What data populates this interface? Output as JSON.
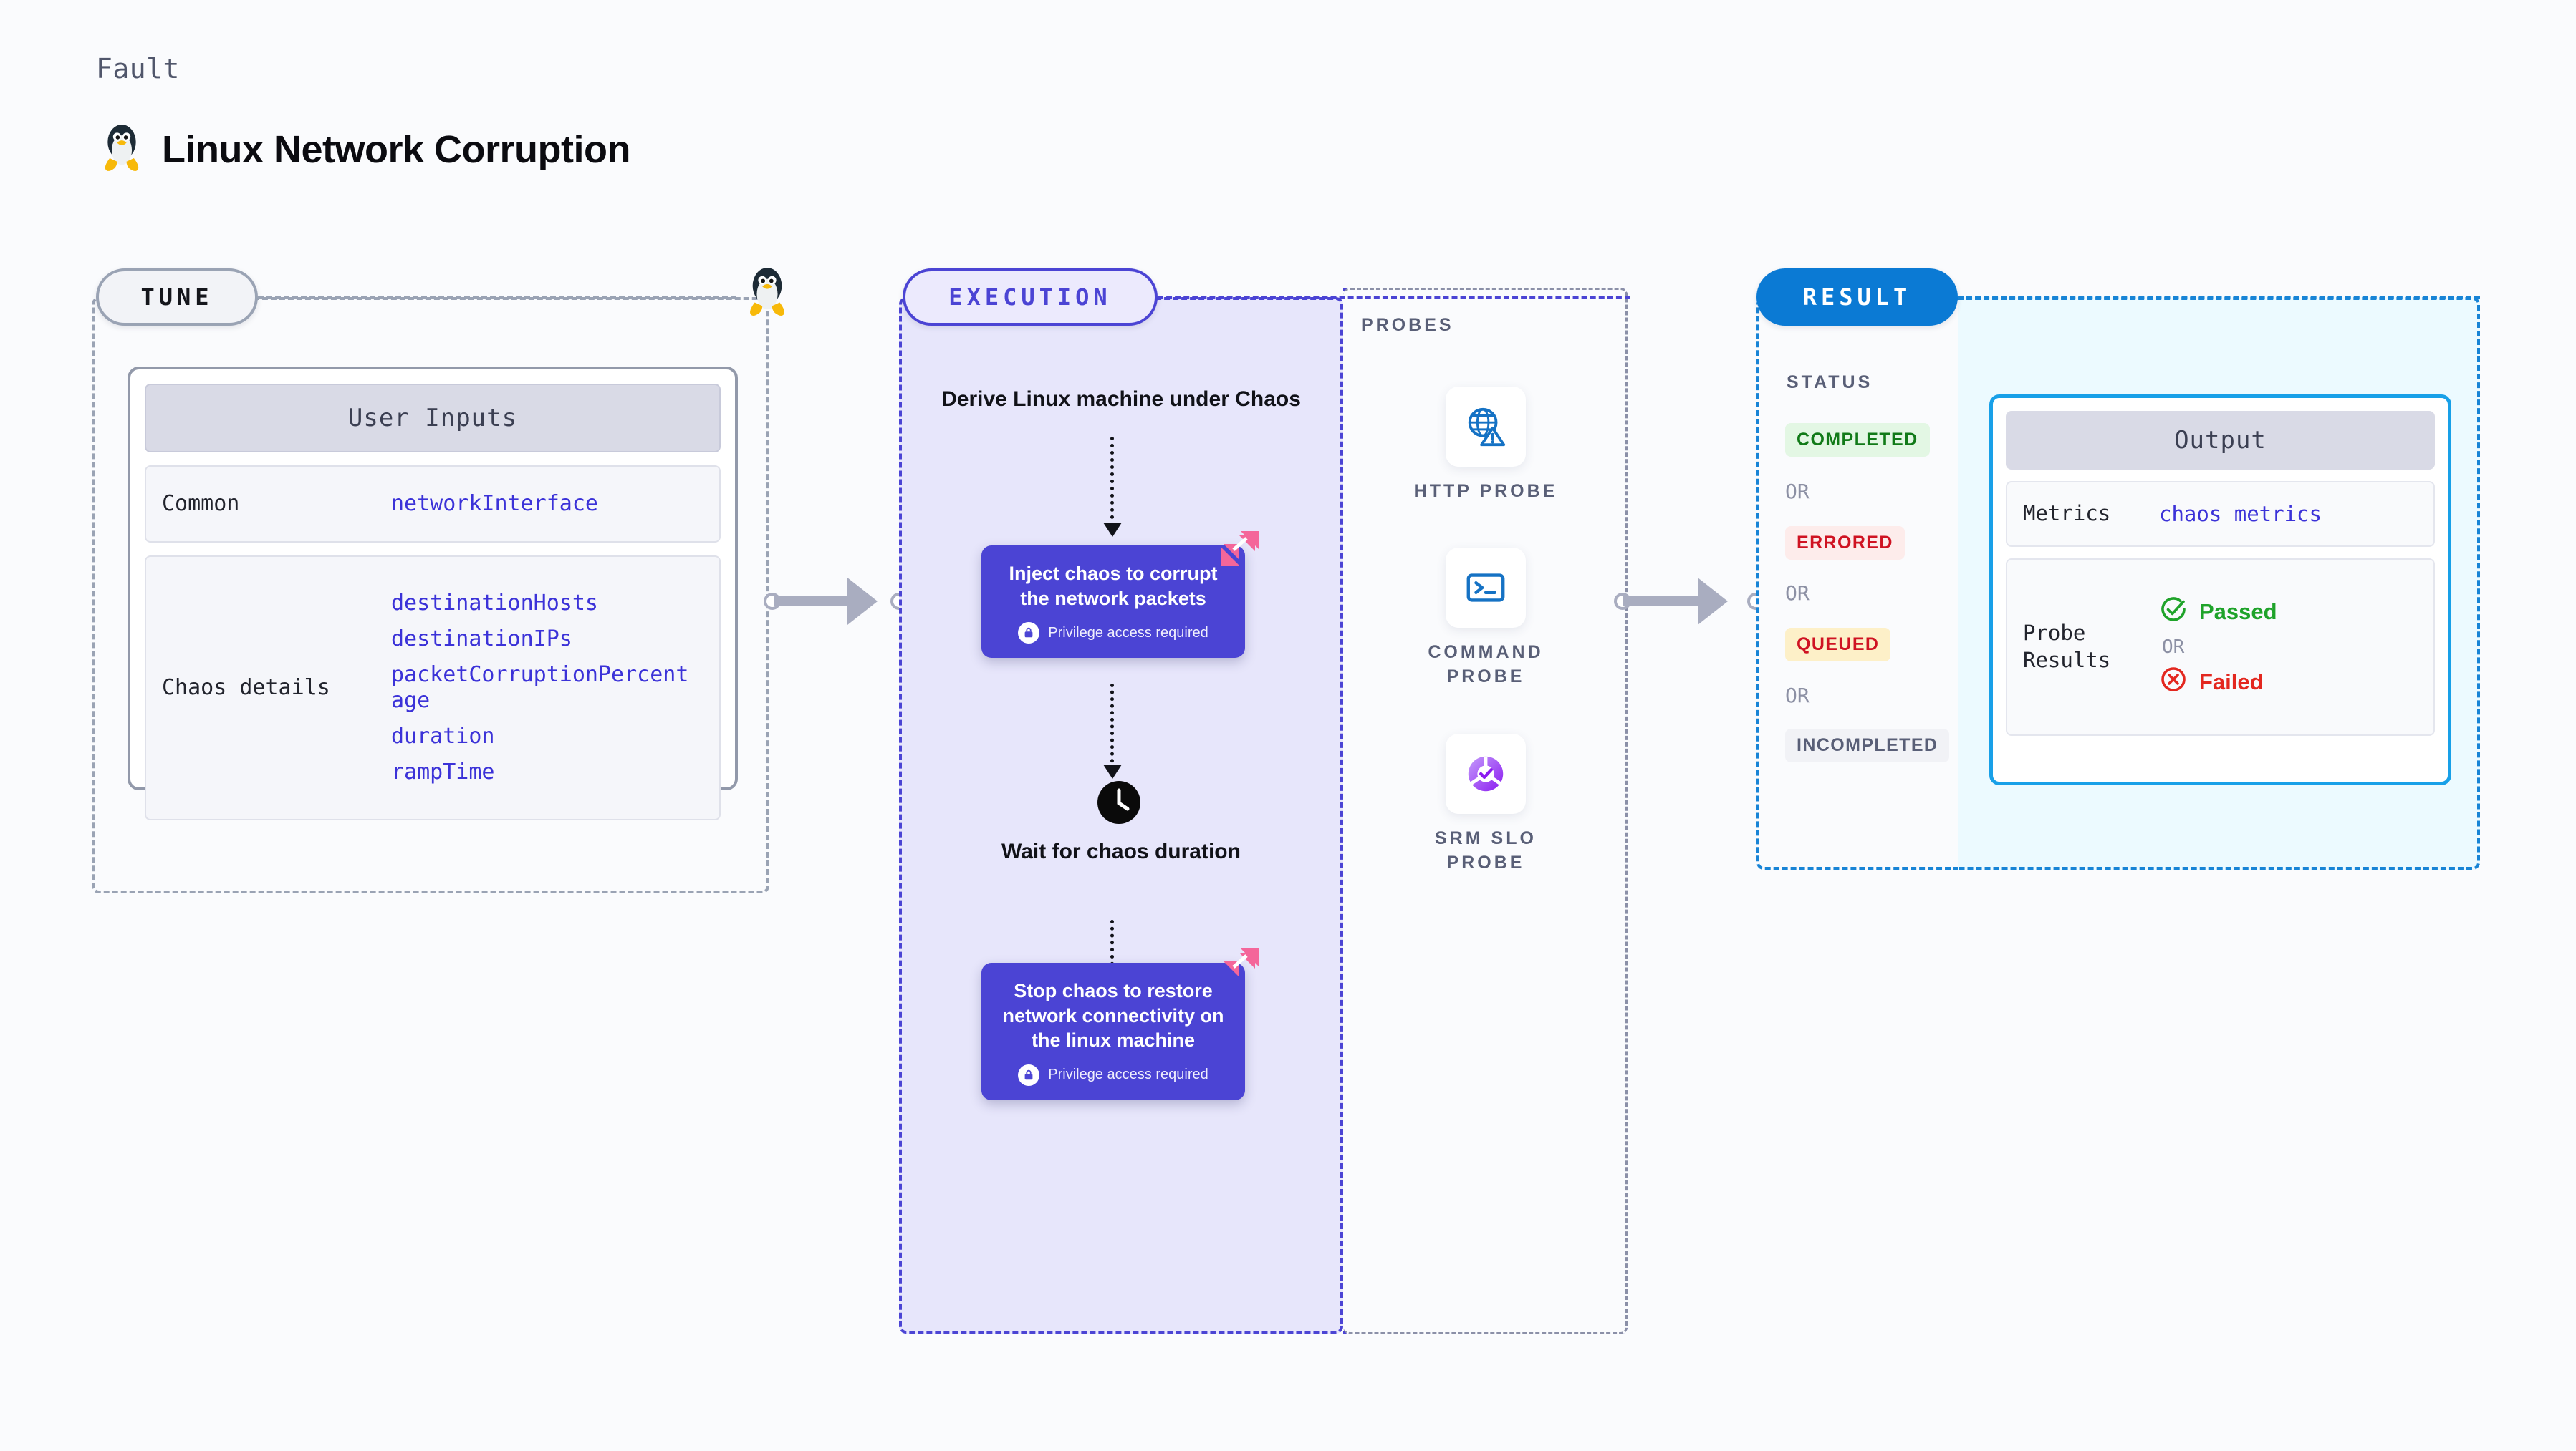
{
  "header": {
    "kicker": "Fault",
    "title": "Linux Network Corruption",
    "icon": "linux-penguin-icon"
  },
  "tune": {
    "pill_label": "TUNE",
    "os_icon": "linux-penguin-icon",
    "card": {
      "header": "User Inputs",
      "rows": [
        {
          "label": "Common",
          "values": [
            "networkInterface"
          ]
        },
        {
          "label": "Chaos details",
          "values": [
            "destinationHosts",
            "destinationIPs",
            "packetCorruptionPercentage",
            "duration",
            "rampTime"
          ]
        }
      ]
    }
  },
  "execution": {
    "pill_label": "EXECUTION",
    "start_title": "Derive Linux machine under Chaos",
    "steps": [
      {
        "title": "Inject chaos to corrupt the network packets",
        "privilege_note": "Privilege access required",
        "badge_icon": "harness-chaos-icon",
        "lock_icon": "lock-icon"
      },
      {
        "title": "Stop chaos to restore network connectivity on the linux machine",
        "privilege_note": "Privilege access required",
        "badge_icon": "harness-chaos-icon",
        "lock_icon": "lock-icon"
      }
    ],
    "wait": {
      "icon": "clock-icon",
      "label": "Wait for chaos duration"
    }
  },
  "probes": {
    "title": "PROBES",
    "items": [
      {
        "label": "HTTP PROBE",
        "icon": "globe-alert-icon"
      },
      {
        "label": "COMMAND PROBE",
        "icon": "terminal-icon"
      },
      {
        "label": "SRM SLO PROBE",
        "icon": "srm-slo-icon"
      }
    ]
  },
  "result": {
    "pill_label": "RESULT",
    "status_title": "STATUS",
    "or_label": "OR",
    "statuses": [
      {
        "label": "COMPLETED",
        "color": "#117a18",
        "bg": "#e3f7e4"
      },
      {
        "label": "ERRORED",
        "color": "#cf1322",
        "bg": "#fdeceb"
      },
      {
        "label": "QUEUED",
        "color": "#cf1322",
        "bg": "#fdf0c8"
      },
      {
        "label": "INCOMPLETED",
        "color": "#595f77",
        "bg": "#f1f2f6"
      }
    ]
  },
  "output": {
    "header": "Output",
    "metrics_label": "Metrics",
    "metrics_value": "chaos metrics",
    "probe_results_label": "Probe Results",
    "or_label": "OR",
    "passed": {
      "label": "Passed",
      "color": "#1fa32a",
      "icon": "check-circle-icon"
    },
    "failed": {
      "label": "Failed",
      "color": "#e3271f",
      "icon": "x-circle-icon"
    }
  },
  "colors": {
    "page_bg": "#fafbfd",
    "execution_accent": "#4b44d4",
    "execution_bg": "#e7e6fb",
    "result_accent": "#1884d6",
    "output_bg": "#ecfaff",
    "tune_accent": "#9aa3b4",
    "harness_pink": "#f4669a"
  }
}
